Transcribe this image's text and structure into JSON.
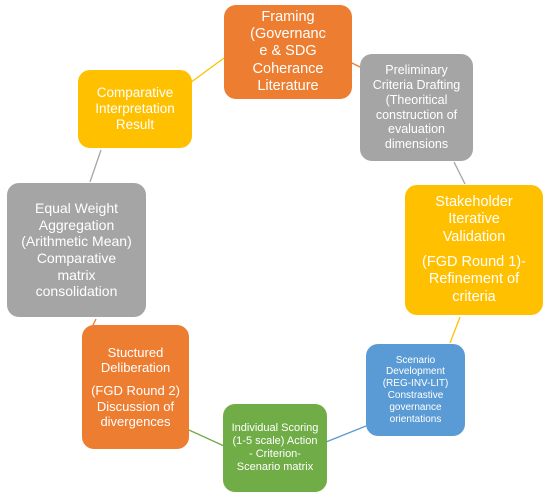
{
  "colors": {
    "orange": "#ED7D31",
    "gold": "#FFC000",
    "gray": "#A5A5A5",
    "blue": "#5B9BD5",
    "green": "#70AD47"
  },
  "connectors": [
    {
      "from": "framing",
      "to": "preliminary",
      "color": "#ED7D31"
    },
    {
      "from": "preliminary",
      "to": "stakeholder",
      "color": "#A5A5A5"
    },
    {
      "from": "stakeholder",
      "to": "scenario",
      "color": "#FFC000"
    },
    {
      "from": "scenario",
      "to": "individual",
      "color": "#5B9BD5"
    },
    {
      "from": "individual",
      "to": "deliberation",
      "color": "#70AD47"
    },
    {
      "from": "deliberation",
      "to": "aggregation",
      "color": "#ED7D31"
    },
    {
      "from": "aggregation",
      "to": "comparative",
      "color": "#A5A5A5"
    },
    {
      "from": "comparative",
      "to": "framing",
      "color": "#FFC000"
    }
  ],
  "nodes": {
    "framing": {
      "color": "#ED7D31",
      "lines": [
        "Framing",
        "(Governanc",
        "e & SDG",
        "Coherance",
        "Literature"
      ]
    },
    "preliminary": {
      "color": "#A5A5A5",
      "lines": [
        "Preliminary",
        "Criteria Drafting",
        "(Theoritical",
        "construction of",
        "evaluation",
        "dimensions"
      ]
    },
    "stakeholder": {
      "color": "#FFC000",
      "lines1": [
        "Stakeholder",
        "Iterative",
        "Validation"
      ],
      "lines2": [
        "(FGD Round 1)-",
        "Refinement of",
        "criteria"
      ]
    },
    "scenario": {
      "color": "#5B9BD5",
      "lines": [
        "Scenario",
        "Development",
        "(REG-INV-LIT)",
        "Constrastive",
        "governance",
        "orientations"
      ]
    },
    "individual": {
      "color": "#70AD47",
      "lines": [
        "Individual Scoring",
        "(1-5 scale) Action",
        "- Criterion-",
        "Scenario matrix"
      ]
    },
    "deliberation": {
      "color": "#ED7D31",
      "lines1": [
        "Stuctured",
        "Deliberation"
      ],
      "lines2": [
        "(FGD Round 2)",
        "Discussion of",
        "divergences"
      ]
    },
    "aggregation": {
      "color": "#A5A5A5",
      "lines": [
        "Equal Weight",
        "Aggregation",
        "(Arithmetic Mean)",
        "Comparative",
        "matrix",
        "consolidation"
      ]
    },
    "comparative": {
      "color": "#FFC000",
      "lines": [
        "Comparative",
        "Interpretation",
        "Result"
      ]
    }
  }
}
